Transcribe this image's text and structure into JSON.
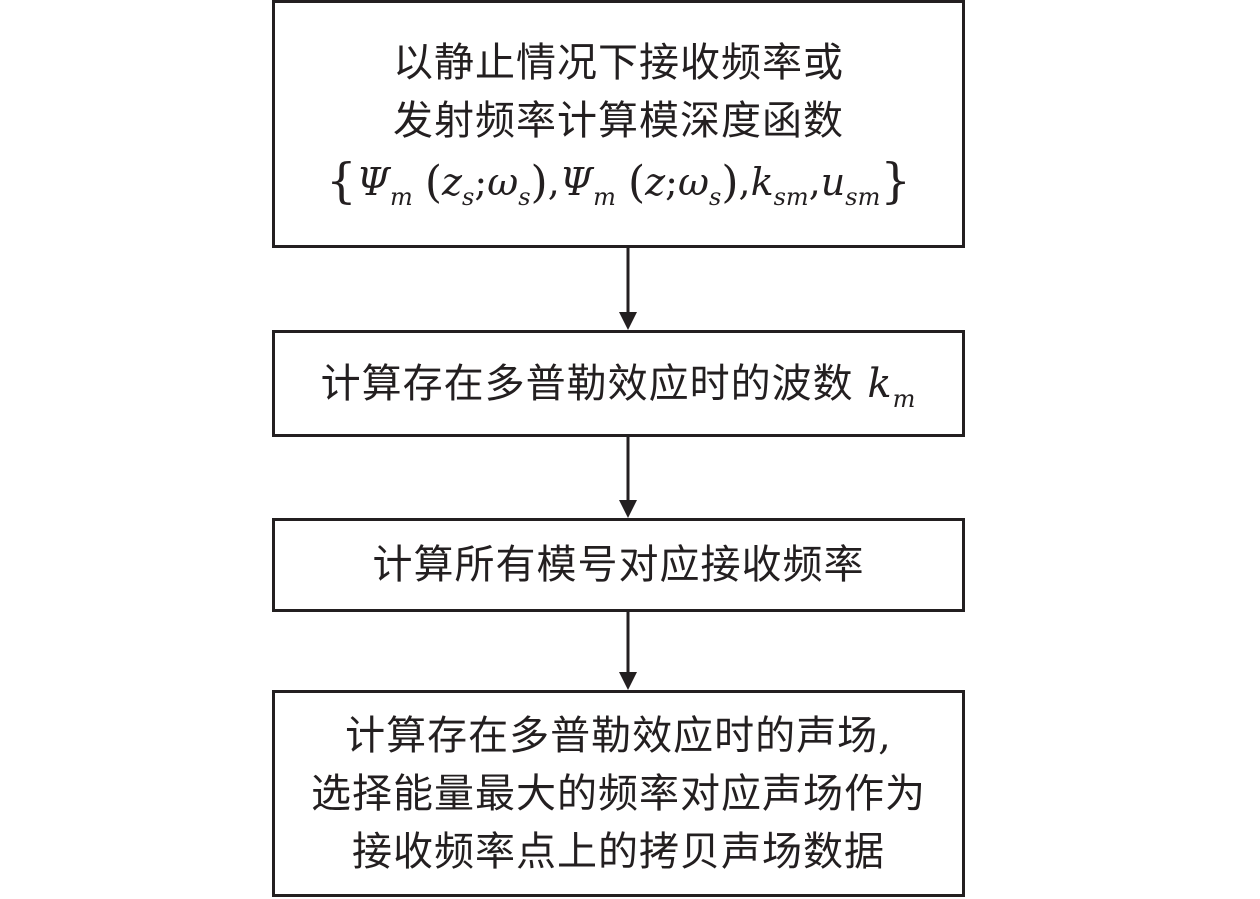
{
  "boxes": {
    "b1": {
      "line1": "以静止情况下接收频率或",
      "line2": "发射频率计算模深度函数",
      "formula": {
        "psi": "Ψ",
        "m": "m",
        "z_s_z": "z",
        "z_s_sub": "s",
        "omega": "ω",
        "omega_sub": "s",
        "z": "z",
        "k": "k",
        "k_sub": "sm",
        "u": "u",
        "u_sub": "sm"
      }
    },
    "b2": {
      "text": "计算存在多普勒效应时的波数",
      "k": "k",
      "k_sub": "m"
    },
    "b3": {
      "text": "计算所有模号对应接收频率"
    },
    "b4": {
      "line1": "计算存在多普勒效应时的声场,",
      "line2": "选择能量最大的频率对应声场作为",
      "line3": "接收频率点上的拷贝声场数据"
    }
  }
}
